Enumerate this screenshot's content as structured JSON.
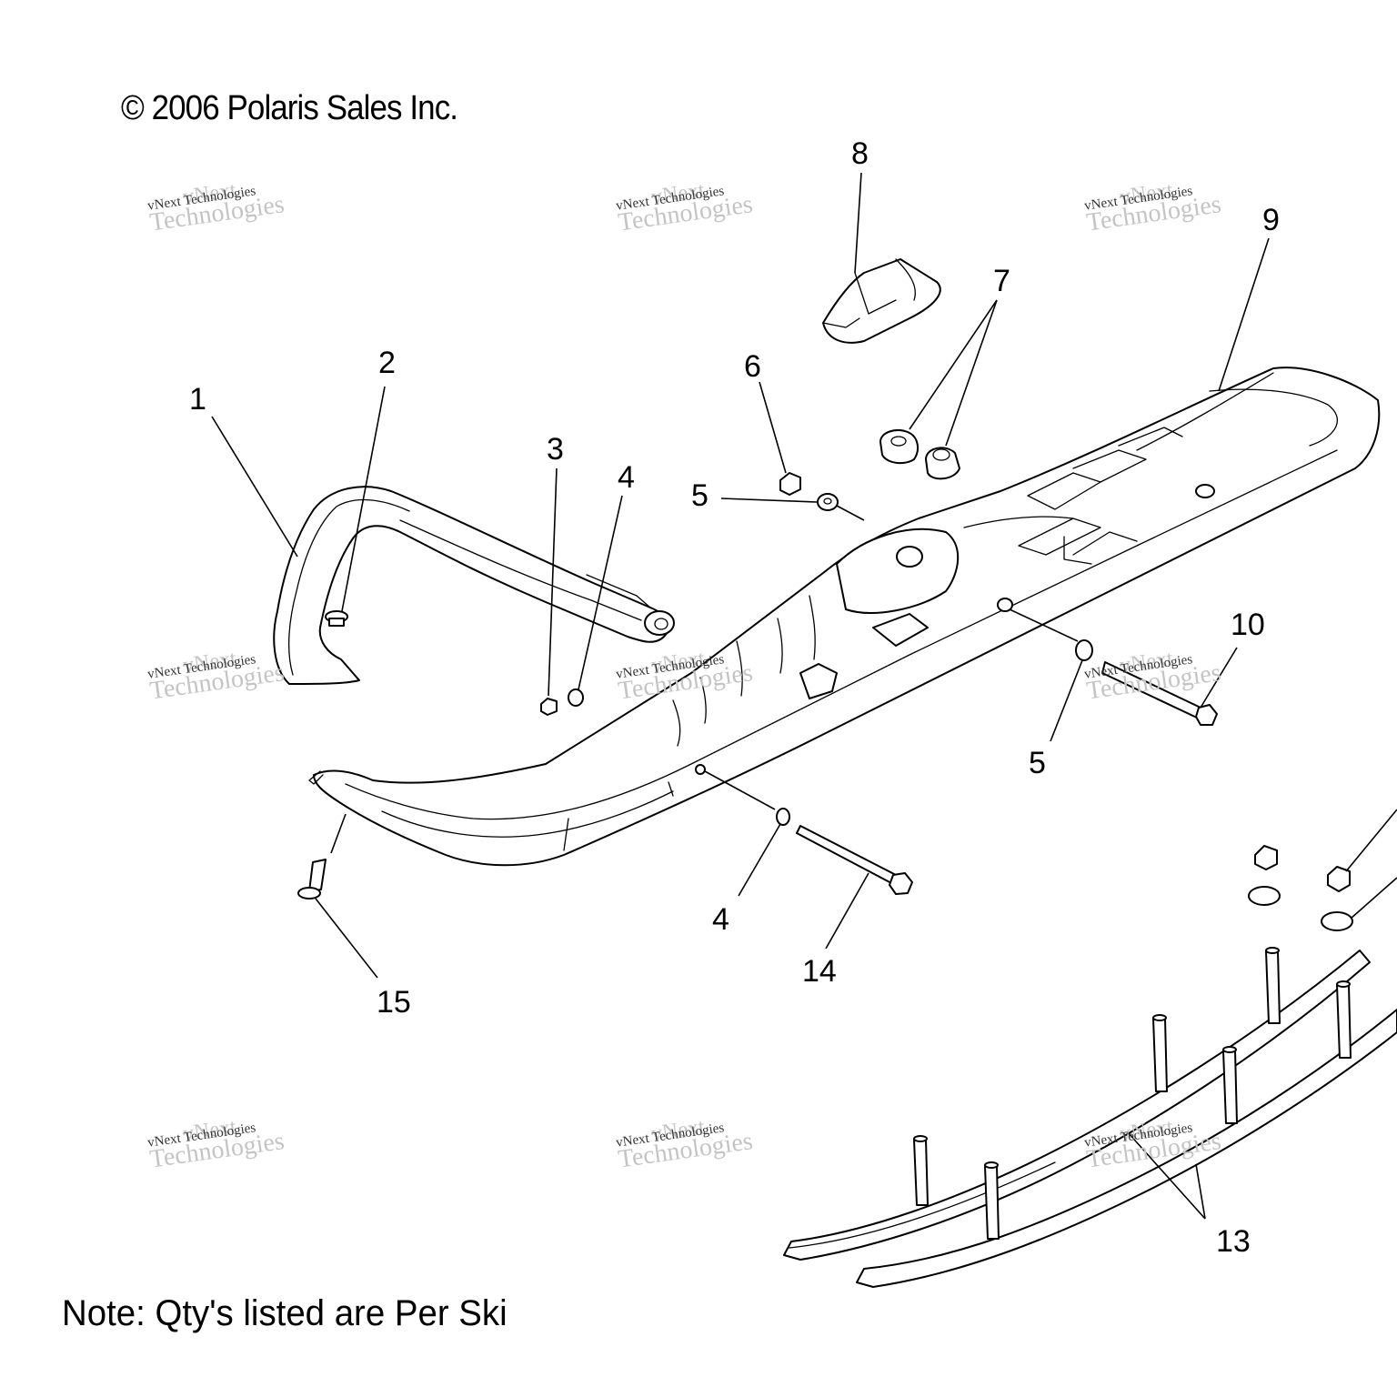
{
  "header": {
    "copyright": "© 2006 Polaris Sales Inc."
  },
  "footer": {
    "note": "Note: Qty's listed are Per Ski"
  },
  "watermark": {
    "line1": "vNext",
    "line2": "vNext Technologies",
    "line3": "Technologies"
  },
  "callouts": {
    "c1": "1",
    "c2": "2",
    "c3": "3",
    "c4a": "4",
    "c4b": "4",
    "c5a": "5",
    "c5b": "5",
    "c6": "6",
    "c7": "7",
    "c8": "8",
    "c9": "9",
    "c10": "10",
    "c13": "13",
    "c14": "14",
    "c15": "15"
  }
}
